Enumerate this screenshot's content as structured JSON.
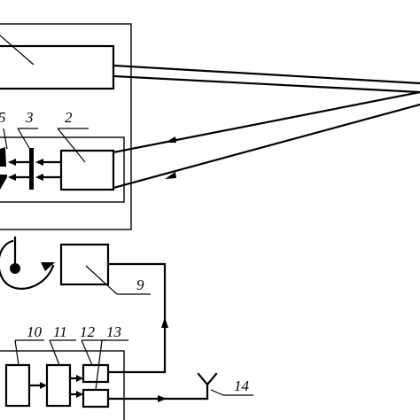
{
  "diagram": {
    "labels": {
      "l2": "2",
      "l3": "3",
      "l5": "5",
      "l9": "9",
      "l10": "10",
      "l11": "11",
      "l12": "12",
      "l13": "13",
      "l14": "14"
    }
  }
}
